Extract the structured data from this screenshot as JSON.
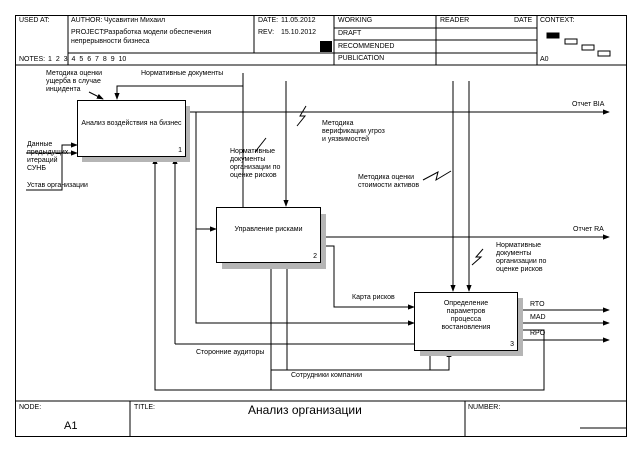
{
  "header": {
    "used_at_label": "USED AT:",
    "author_label": "AUTHOR:",
    "author_value": "Чусавитин Михаил",
    "project_label": "PROJECT:",
    "project_value_line1": "Разработка модели обеспечения",
    "project_value_line2": "непрерывности бизнеса",
    "date_label": "DATE:",
    "date_value": "11.05.2012",
    "rev_label": "REV:",
    "rev_value": "15.10.2012",
    "notes_label": "NOTES:",
    "notes_numbers": "1  2  3  4  5  6  7  8  9  10",
    "status": [
      "WORKING",
      "DRAFT",
      "RECOMMENDED",
      "PUBLICATION"
    ],
    "reader_label": "READER",
    "date2_label": "DATE",
    "context_label": "CONTEXT:",
    "context_node": "A0"
  },
  "boxes": [
    {
      "label": "Анализ воздействия на бизнес",
      "number": "1"
    },
    {
      "label": "Управление рисками",
      "number": "2"
    },
    {
      "label_line1": "Определение",
      "label_line2": "параметров",
      "label_line3": "процесса",
      "label_line4": "востановления",
      "number": "3"
    }
  ],
  "arrows": {
    "in_data_line1": "Данные",
    "in_data_line2": "предыдущих",
    "in_data_line3": "итераций",
    "in_data_line4": "СУНБ",
    "in_charter": "Устав организации",
    "ctrl_method_damage_line1": "Методика оценки",
    "ctrl_method_damage_line2": "ущерба в случае",
    "ctrl_method_damage_line3": "инцидента",
    "ctrl_norm_docs": "Нормативные документы",
    "ctrl_verif_line1": "Методика",
    "ctrl_verif_line2": "верификации угроз",
    "ctrl_verif_line3": "и уязвимостей",
    "ctrl_norm_risk_line1": "Нормативные",
    "ctrl_norm_risk_line2": "документы",
    "ctrl_norm_risk_line3": "организации по",
    "ctrl_norm_risk_line4": "оценке рисков",
    "ctrl_asset_line1": "Методика оценки",
    "ctrl_asset_line2": "стоимости активов",
    "ctrl_norm_risk2_line1": "Нормативные",
    "ctrl_norm_risk2_line2": "документы",
    "ctrl_norm_risk2_line3": "организации по",
    "ctrl_norm_risk2_line4": "оценке рисков",
    "out_bia": "Отчет BIA",
    "out_ra": "Отчет RA",
    "risk_map": "Карта рисков",
    "out_rto": "RTO",
    "out_mad": "MAD",
    "out_rpo": "RPO",
    "mech_auditors": "Сторонние аудиторы",
    "mech_staff": "Сотрудники компании"
  },
  "footer": {
    "node_label": "NODE:",
    "node_value": "A1",
    "title_label": "TITLE:",
    "title_value": "Анализ  организации",
    "number_label": "NUMBER:"
  }
}
